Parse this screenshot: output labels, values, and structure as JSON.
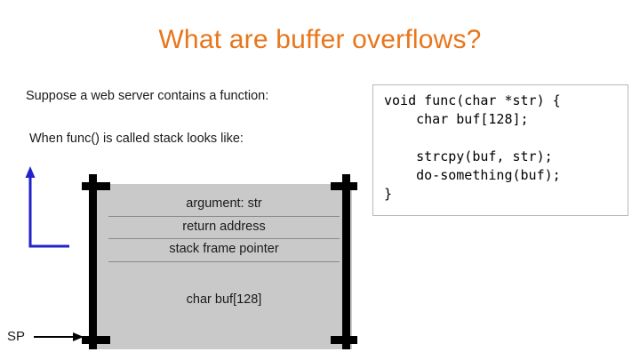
{
  "slide": {
    "title": "What are buffer overflows?",
    "left": {
      "line1": "Suppose a web server contains a function:",
      "line2": "When func() is called stack looks like:"
    },
    "code_box": {
      "code": "void func(char *str) {\n    char buf[128];\n\n    strcpy(buf, str);\n    do-something(buf);\n}"
    },
    "stack": {
      "rows": [
        "argument:  str",
        "return address",
        "stack frame pointer"
      ],
      "buffer_label": "char buf[128]",
      "sp_label": "SP"
    },
    "colors": {
      "title": "#E8761B",
      "stack_fill": "#c9c9c9",
      "frame": "#000000",
      "arrow": "#2222cc"
    }
  }
}
